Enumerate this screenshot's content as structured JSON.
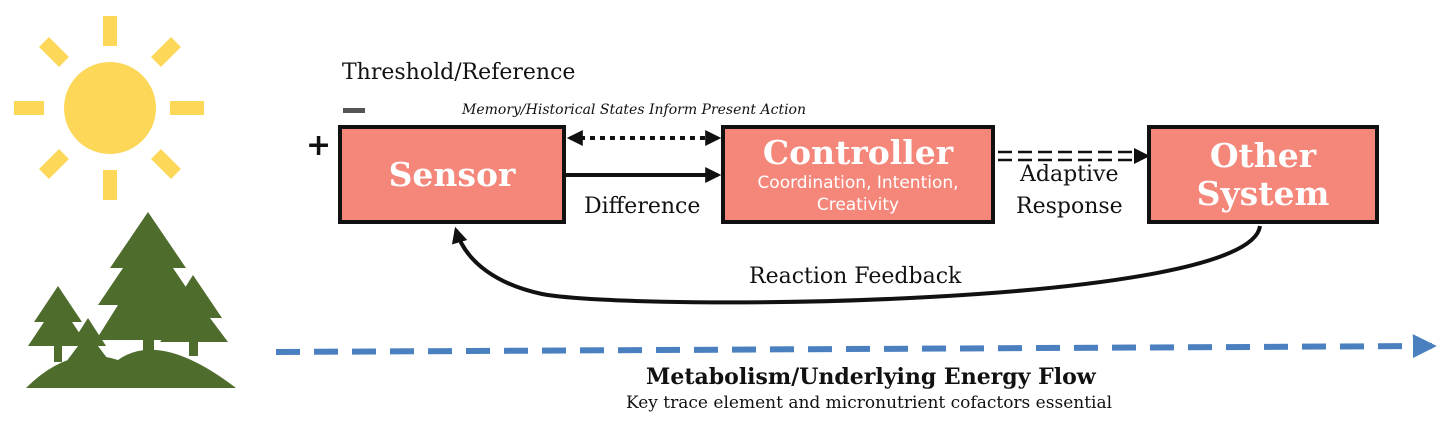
{
  "labels": {
    "threshold": "Threshold/Reference",
    "minus": "−",
    "plus": "+",
    "memory": "Memory/Historical States Inform Present Action",
    "difference": "Difference",
    "adaptive_line1": "Adaptive",
    "adaptive_line2": "Response",
    "reaction_feedback": "Reaction Feedback",
    "metabolism_title": "Metabolism/Underlying Energy Flow",
    "metabolism_sub": "Key trace element and micronutrient cofactors essential"
  },
  "boxes": {
    "sensor": {
      "title": "Sensor"
    },
    "controller": {
      "title": "Controller",
      "subtitle_line1": "Coordination, Intention,",
      "subtitle_line2": "Creativity"
    },
    "other": {
      "title_line1": "Other",
      "title_line2": "System"
    }
  },
  "icons": [
    "sun-icon",
    "forest-trees-icon"
  ],
  "colors": {
    "box_fill": "#f4867a",
    "sun": "#fcd758",
    "tree": "#4e6c2c",
    "energy_arrow": "#4a7fc0",
    "stroke": "#111111"
  }
}
